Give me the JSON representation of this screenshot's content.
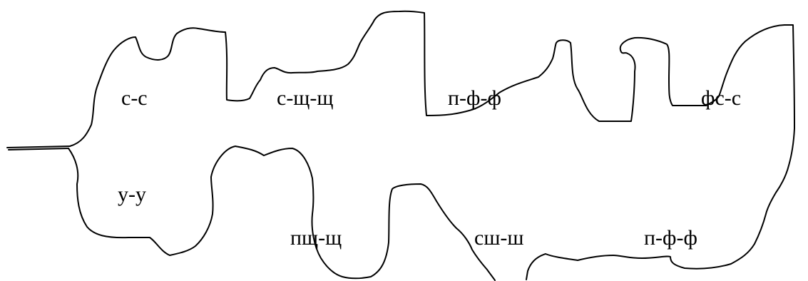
{
  "labels": {
    "top_1": "с-с",
    "top_2": "с-щ-щ",
    "top_3": "п-ф-ф",
    "top_4": "фс-с",
    "bottom_1": "у-у",
    "bottom_2": "пщ-щ",
    "bottom_3": "сш-ш",
    "bottom_4": "п-ф-ф"
  },
  "colors": {
    "line": "#000000",
    "background": "#ffffff"
  }
}
